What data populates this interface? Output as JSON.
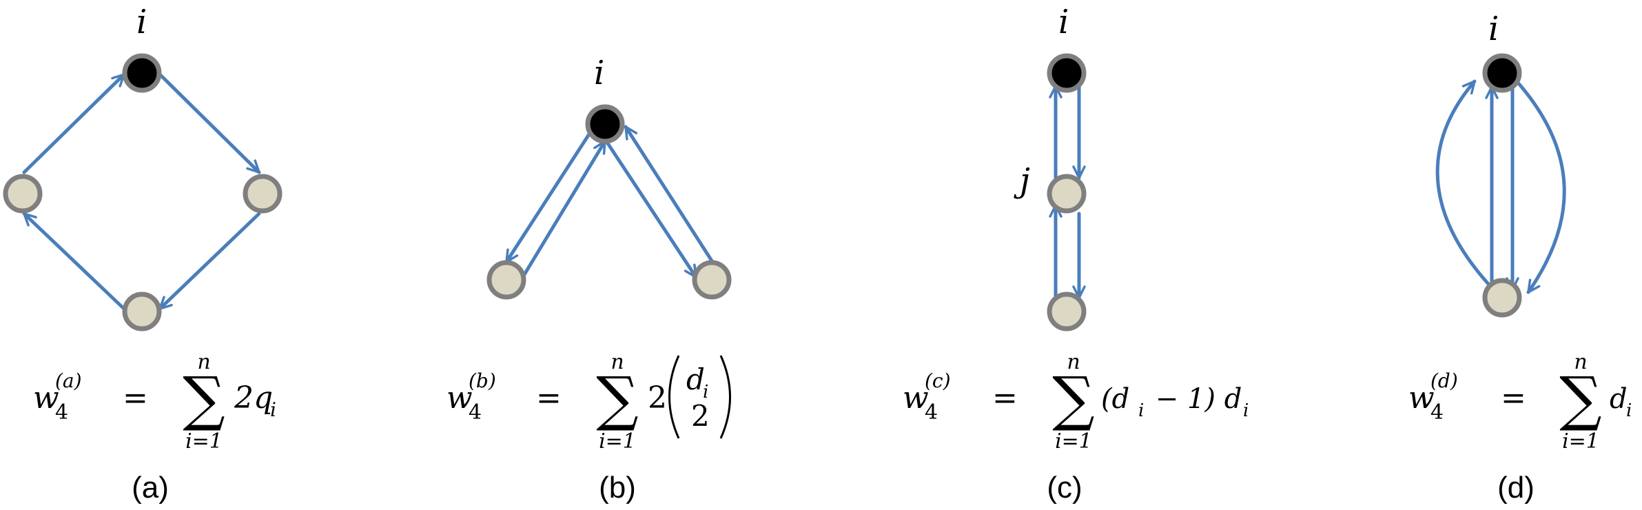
{
  "panels": [
    {
      "caption": "(a)",
      "node_labels": [
        "i"
      ],
      "formula": {
        "lhs_sym": "w",
        "lhs_sub": "4",
        "lhs_sup": "(a)",
        "eq": "=",
        "sum_top": "n",
        "sum_bottom": "i=1",
        "term": "2q",
        "term_sub": "i"
      }
    },
    {
      "caption": "(b)",
      "node_labels": [
        "i"
      ],
      "formula": {
        "lhs_sym": "w",
        "lhs_sub": "4",
        "lhs_sup": "(b)",
        "eq": "=",
        "sum_top": "n",
        "sum_bottom": "i=1",
        "coef": "2",
        "binom_top": "d",
        "binom_top_sub": "i",
        "binom_bottom": "2"
      }
    },
    {
      "caption": "(c)",
      "node_labels": [
        "i",
        "j"
      ],
      "formula": {
        "lhs_sym": "w",
        "lhs_sub": "4",
        "lhs_sup": "(c)",
        "eq": "=",
        "sum_top": "n",
        "sum_bottom": "i=1",
        "term_open": "(d",
        "term_open_sub": "i",
        "term_mid": " − 1) d",
        "term_end_sub": "i"
      }
    },
    {
      "caption": "(d)",
      "node_labels": [
        "i"
      ],
      "formula": {
        "lhs_sym": "w",
        "lhs_sub": "4",
        "lhs_sup": "(d)",
        "eq": "=",
        "sum_top": "n",
        "sum_bottom": "i=1",
        "term": "d",
        "term_sub": "i"
      }
    }
  ],
  "colors": {
    "edge": "#4a7ebb",
    "node_focus": "#000000",
    "node_other": "#ddd8c4",
    "node_border": "#7f7f7f"
  }
}
